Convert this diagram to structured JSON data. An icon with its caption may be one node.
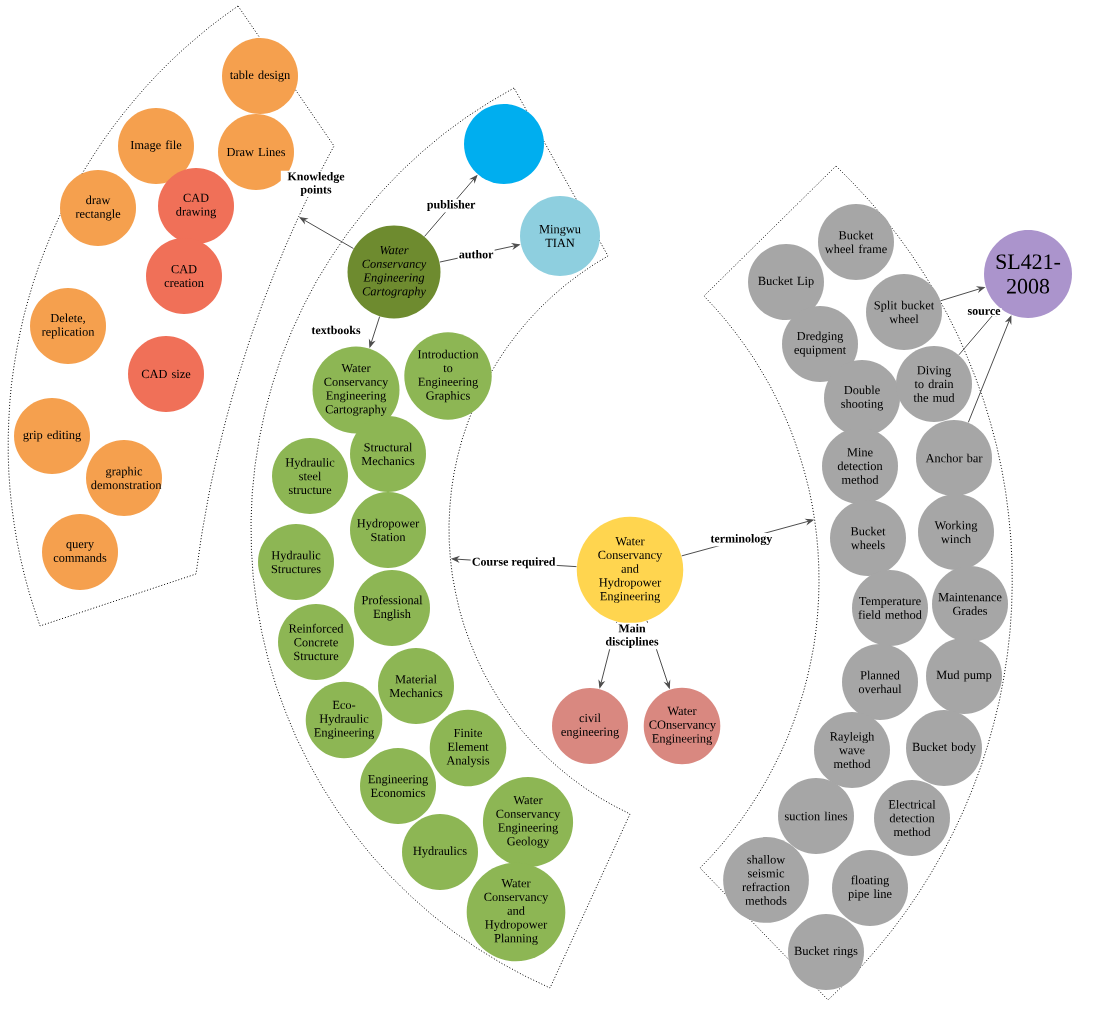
{
  "diagram": {
    "nodes": [
      {
        "text": [],
        "shape": "band"
      },
      {
        "text": [
          "table design"
        ],
        "in": 0
      },
      {
        "text": [
          "Image file"
        ],
        "in": 0
      },
      {
        "text": [
          "Draw Lines"
        ],
        "in": 0
      },
      {
        "text": [
          "draw rectangle"
        ],
        "in": 0
      },
      {
        "text": [
          "CAD drawing"
        ],
        "in": 0
      },
      {
        "text": [
          "CAD creation"
        ],
        "in": 0
      },
      {
        "text": [
          "Delete, replication"
        ],
        "in": 0
      },
      {
        "text": [
          "CAD size"
        ],
        "in": 0
      },
      {
        "text": [
          "grip editing"
        ],
        "in": 0
      },
      {
        "text": [
          "graphic demonstration"
        ],
        "in": 0
      },
      {
        "text": [
          "query commands"
        ],
        "in": 0
      },
      {
        "text": [],
        "shape": "band"
      },
      {
        "text": [],
        "shape": "circle",
        "in": 12
      },
      {
        "text": [
          "Mingwu TIAN"
        ],
        "in": 12
      },
      {
        "text": [
          "Water Conservancy Engineering Cartography"
        ],
        "in": 12
      },
      {
        "text": [
          "Water Conservancy Engineering Cartography"
        ],
        "in": 12
      },
      {
        "text": [
          "Introduction to Engineering Graphics"
        ],
        "in": 12
      },
      {
        "text": [
          "Structural Mechanics"
        ],
        "in": 12
      },
      {
        "text": [
          "Hydraulic steel structure"
        ],
        "in": 12
      },
      {
        "text": [
          "Hydropower Station"
        ],
        "in": 12
      },
      {
        "text": [
          "Hydraulic Structures"
        ],
        "in": 12
      },
      {
        "text": [
          "Professional English"
        ],
        "in": 12
      },
      {
        "text": [
          "Reinforced Concrete Structure"
        ],
        "in": 12
      },
      {
        "text": [
          "Material Mechanics"
        ],
        "in": 12
      },
      {
        "text": [
          "Eco-Hydraulic Engineering"
        ],
        "in": 12
      },
      {
        "text": [
          "Finite Element Analysis"
        ],
        "in": 12
      },
      {
        "text": [
          "Engineering Economics"
        ],
        "in": 12
      },
      {
        "text": [
          "Water Conservancy Engineering Geology"
        ],
        "in": 12
      },
      {
        "text": [
          "Hydraulics"
        ],
        "in": 12
      },
      {
        "text": [
          "Water Conservancy and Hydropower Planning"
        ],
        "in": 12
      },
      {
        "text": [
          "Water Conservancy and Hydropower Engineering"
        ]
      },
      {
        "text": [
          "civil engineering"
        ]
      },
      {
        "text": [
          "Water COnservancy Engineering"
        ]
      },
      {
        "text": [],
        "shape": "band"
      },
      {
        "text": [
          "Bucket wheel frame"
        ],
        "in": 34
      },
      {
        "text": [
          "Bucket Lip"
        ],
        "in": 34
      },
      {
        "text": [
          "Split bucket wheel"
        ],
        "in": 34
      },
      {
        "text": [
          "Dredging equipment"
        ],
        "in": 34
      },
      {
        "text": [
          "Double shooting"
        ],
        "in": 34
      },
      {
        "text": [
          "Diving to drain the mud"
        ],
        "in": 34
      },
      {
        "text": [
          "Mine detection method"
        ],
        "in": 34
      },
      {
        "text": [
          "Anchor bar"
        ],
        "in": 34
      },
      {
        "text": [
          "Bucket wheels"
        ],
        "in": 34
      },
      {
        "text": [
          "Working winch"
        ],
        "in": 34
      },
      {
        "text": [
          "Temperature field method"
        ],
        "in": 34
      },
      {
        "text": [
          "Maintenance Grades"
        ],
        "in": 34
      },
      {
        "text": [
          "Planned overhaul"
        ],
        "in": 34
      },
      {
        "text": [
          "Mud pump"
        ],
        "in": 34
      },
      {
        "text": [
          "Rayleigh wave method"
        ],
        "in": 34
      },
      {
        "text": [
          "Bucket body"
        ],
        "in": 34
      },
      {
        "text": [
          "suction lines"
        ],
        "in": 34
      },
      {
        "text": [
          "Electrical detection method"
        ],
        "in": 34
      },
      {
        "text": [
          "floating pipe line"
        ],
        "in": 34
      },
      {
        "text": [
          "shallow seismic refraction methods"
        ],
        "in": 34
      },
      {
        "text": [
          "Bucket rings"
        ],
        "in": 34
      },
      {
        "text": [
          "SL421-2008"
        ]
      }
    ],
    "edges": [
      {
        "from": 15,
        "to": 0,
        "arrow": "to",
        "label": "Knowledge points"
      },
      {
        "from": 15,
        "to": 13,
        "arrow": "to",
        "label": "publisher"
      },
      {
        "from": 15,
        "to": 14,
        "arrow": "to",
        "label": "author"
      },
      {
        "from": 15,
        "to": 16,
        "arrow": "to",
        "label": "textbooks"
      },
      {
        "from": 31,
        "to": 12,
        "arrow": "to",
        "label": "Course required"
      },
      {
        "from": 31,
        "to": 34,
        "arrow": "to",
        "label": "terminology"
      },
      {
        "from": 31,
        "to": 32,
        "arrow": "to",
        "label": "Main disciplines"
      },
      {
        "from": 31,
        "to": 33,
        "arrow": "to"
      },
      {
        "from": 37,
        "to": 56,
        "arrow": "to"
      },
      {
        "from": 40,
        "to": 56,
        "arrow": "to",
        "label": "source"
      },
      {
        "from": 42,
        "to": 56,
        "arrow": "to"
      }
    ]
  }
}
